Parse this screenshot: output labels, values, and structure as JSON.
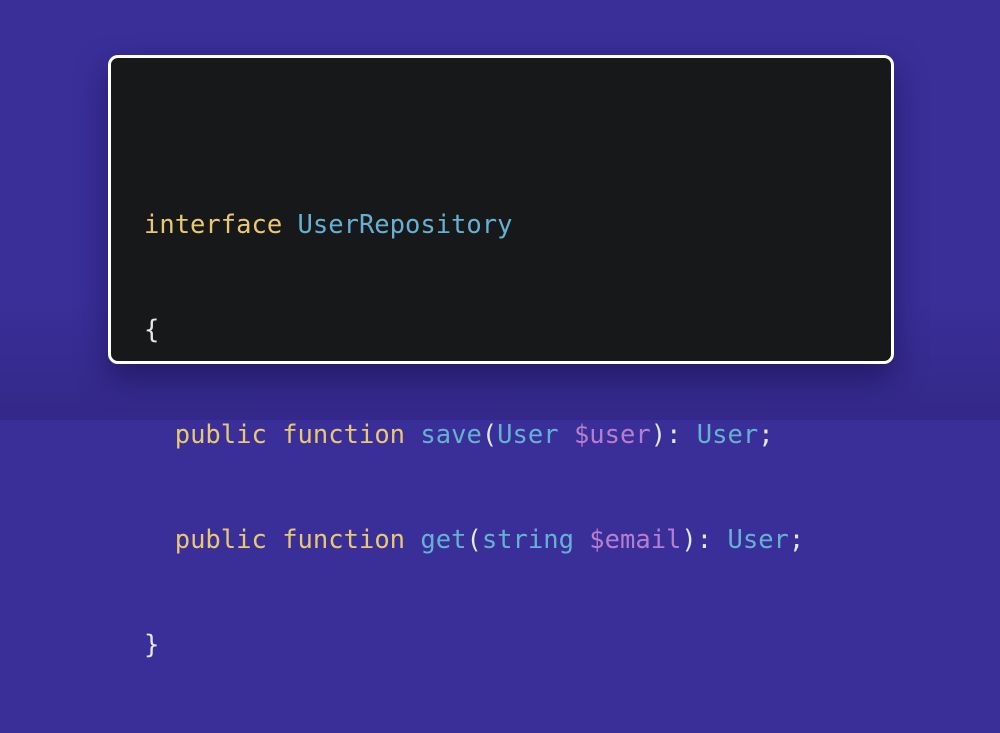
{
  "colors": {
    "background": "#3a2e98",
    "card_background": "#17181a",
    "card_border": "#ffffff",
    "keyword": "#e8c872",
    "type": "#66b1d2",
    "variable": "#b57fcf",
    "punctuation": "#e6e6e6"
  },
  "code": {
    "language": "php",
    "lines": [
      {
        "tokens": [
          {
            "text": "interface",
            "kind": "keyword"
          },
          {
            "text": " ",
            "kind": "space"
          },
          {
            "text": "UserRepository",
            "kind": "type"
          }
        ]
      },
      {
        "tokens": [
          {
            "text": "{",
            "kind": "punct"
          }
        ]
      },
      {
        "tokens": [
          {
            "text": "  ",
            "kind": "space"
          },
          {
            "text": "public",
            "kind": "keyword"
          },
          {
            "text": " ",
            "kind": "space"
          },
          {
            "text": "function",
            "kind": "keyword"
          },
          {
            "text": " ",
            "kind": "space"
          },
          {
            "text": "save",
            "kind": "func"
          },
          {
            "text": "(",
            "kind": "punct"
          },
          {
            "text": "User",
            "kind": "type"
          },
          {
            "text": " ",
            "kind": "space"
          },
          {
            "text": "$user",
            "kind": "var"
          },
          {
            "text": "): ",
            "kind": "punct"
          },
          {
            "text": "User",
            "kind": "type"
          },
          {
            "text": ";",
            "kind": "punct"
          }
        ]
      },
      {
        "tokens": [
          {
            "text": "  ",
            "kind": "space"
          },
          {
            "text": "public",
            "kind": "keyword"
          },
          {
            "text": " ",
            "kind": "space"
          },
          {
            "text": "function",
            "kind": "keyword"
          },
          {
            "text": " ",
            "kind": "space"
          },
          {
            "text": "get",
            "kind": "func"
          },
          {
            "text": "(",
            "kind": "punct"
          },
          {
            "text": "string",
            "kind": "type"
          },
          {
            "text": " ",
            "kind": "space"
          },
          {
            "text": "$email",
            "kind": "var"
          },
          {
            "text": "): ",
            "kind": "punct"
          },
          {
            "text": "User",
            "kind": "type"
          },
          {
            "text": ";",
            "kind": "punct"
          }
        ]
      },
      {
        "tokens": [
          {
            "text": "}",
            "kind": "punct"
          }
        ]
      }
    ]
  }
}
